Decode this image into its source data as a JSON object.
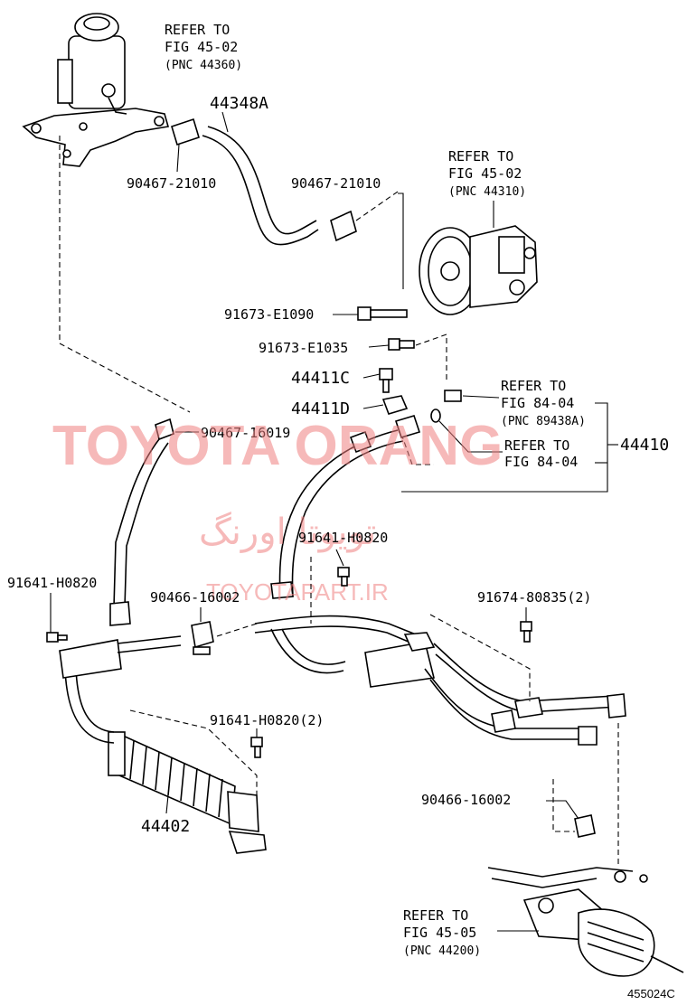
{
  "watermark": {
    "latin": "TOYOTA ORANG",
    "persian": "تویوتا اورنگ",
    "site": "TOYOTAPART.IR"
  },
  "references": {
    "reservoir": {
      "line1": "REFER TO",
      "line2": "FIG 45-02",
      "line3": "(PNC 44360)"
    },
    "pump": {
      "line1": "REFER TO",
      "line2": "FIG 45-02",
      "line3": "(PNC 44310)"
    },
    "sensor": {
      "line1": "REFER TO",
      "line2": "FIG 84-04",
      "line3": "(PNC 89438A)"
    },
    "sensor2": {
      "line1": "REFER TO",
      "line2": "FIG 84-04"
    },
    "rack": {
      "line1": "REFER TO",
      "line2": "FIG 45-05",
      "line3": "(PNC 44200)"
    }
  },
  "parts": {
    "hose_return": "44348A",
    "clamp_a": "90467-21010",
    "clamp_b": "90467-21010",
    "bolt_long": "91673-E1090",
    "bolt_short": "91673-E1035",
    "union_c": "44411C",
    "union_d": "44411D",
    "pressure_tube": "44410",
    "clamp_c": "90467-16019",
    "bolt_left": "91641-H0820",
    "clamp_d": "90466-16002",
    "bolt_mid": "91641-H0820",
    "bolt_pair_right": "91674-80835(2)",
    "bolt_pair_cooler": "91641-H0820(2)",
    "cooler": "44402",
    "clamp_e": "90466-16002"
  },
  "illustration_code": "455024C"
}
